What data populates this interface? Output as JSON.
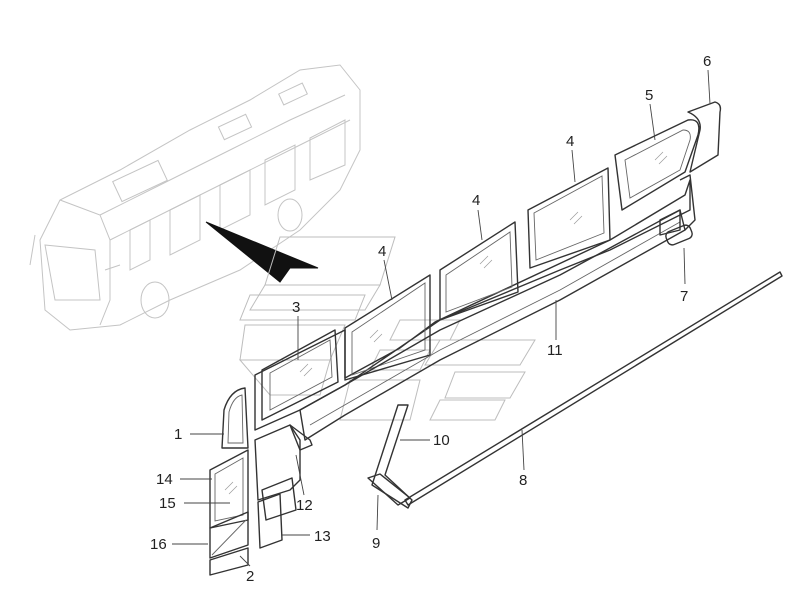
{
  "labels": [
    {
      "id": "1",
      "text": "1"
    },
    {
      "id": "2",
      "text": "2"
    },
    {
      "id": "3",
      "text": "3"
    },
    {
      "id": "4a",
      "text": "4"
    },
    {
      "id": "4b",
      "text": "4"
    },
    {
      "id": "4c",
      "text": "4"
    },
    {
      "id": "5",
      "text": "5"
    },
    {
      "id": "6",
      "text": "6"
    },
    {
      "id": "7",
      "text": "7"
    },
    {
      "id": "8",
      "text": "8"
    },
    {
      "id": "9",
      "text": "9"
    },
    {
      "id": "10",
      "text": "10"
    },
    {
      "id": "11",
      "text": "11"
    },
    {
      "id": "12",
      "text": "12"
    },
    {
      "id": "13",
      "text": "13"
    },
    {
      "id": "14",
      "text": "14"
    },
    {
      "id": "15",
      "text": "15"
    },
    {
      "id": "16",
      "text": "16"
    }
  ],
  "colors": {
    "line": "#333333",
    "ghost": "#bdbdbd",
    "background": "#ffffff"
  }
}
